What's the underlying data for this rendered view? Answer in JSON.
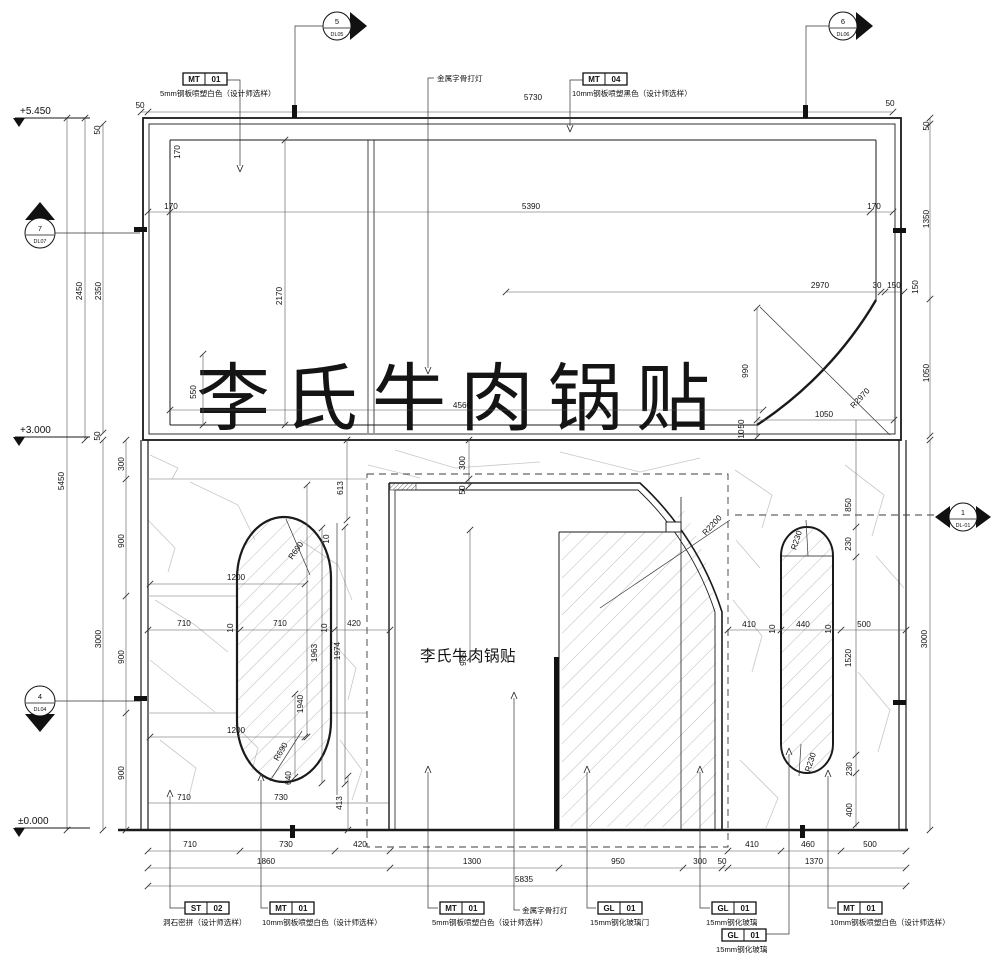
{
  "sign": {
    "main_text": "李氏牛肉锅贴",
    "door_text": "李氏牛肉锅贴"
  },
  "levels": {
    "top": "+5.450",
    "middle": "+3.000",
    "ground": "±0.000"
  },
  "markers": {
    "m5": {
      "num": "5",
      "code": "DL05"
    },
    "m6": {
      "num": "6",
      "code": "DL06"
    },
    "m7": {
      "num": "7",
      "code": "DL07"
    },
    "m4": {
      "num": "4",
      "code": "DL04"
    },
    "m1": {
      "num": "1",
      "code": "DL-01"
    }
  },
  "callouts": {
    "top_mt01": {
      "code": "MT",
      "num": "01",
      "desc": "5mm钢板喷塑白色（设计师选样）"
    },
    "top_light": "金属字骨打灯",
    "top_mt04": {
      "code": "MT",
      "num": "04",
      "desc": "10mm钢板喷塑黑色（设计师选样）"
    },
    "bot_st02": {
      "code": "ST",
      "num": "02",
      "desc": "洞石密拼（设计师选样）"
    },
    "bot_mt01a": {
      "code": "MT",
      "num": "01",
      "desc": "10mm钢板喷塑白色（设计师选样）"
    },
    "bot_mt01b": {
      "code": "MT",
      "num": "01",
      "desc": "5mm钢板喷塑白色（设计师选样）"
    },
    "bot_light": "金属字骨打灯",
    "bot_gl01a": {
      "code": "GL",
      "num": "01",
      "desc": "15mm钢化玻璃门"
    },
    "bot_gl01b": {
      "code": "GL",
      "num": "01",
      "desc": "15mm钢化玻璃"
    },
    "bot_mt01c": {
      "code": "MT",
      "num": "01",
      "desc": "10mm钢板喷塑白色（设计师选样）"
    },
    "bot_gl01c": {
      "code": "GL",
      "num": "01",
      "desc": "15mm钢化玻璃"
    }
  },
  "dims": {
    "d01": "50",
    "d02": "5730",
    "d03": "170",
    "d04": "170",
    "d05": "5390",
    "d06": "170",
    "d07": "2170",
    "d08": "550",
    "d09": "4560",
    "d10": "2970",
    "d11": "30",
    "d12": "150",
    "d13": "R2970",
    "d14": "990",
    "d15": "1050",
    "d16a": "50",
    "d16b": "10",
    "d17": "50",
    "d18": "50",
    "d19": "1350",
    "d20": "1050",
    "d21": "150",
    "d22": "50",
    "d23": "2450",
    "d24": "2350",
    "d25": "50",
    "d26": "5450",
    "d27": "3000",
    "d28": "300",
    "d29": "900",
    "d30": "900",
    "d31": "900",
    "d32": "300",
    "d33": "50",
    "d34": "613",
    "d35": "10",
    "d36": "R690",
    "d37": "1200",
    "d38": "710",
    "d39": "10",
    "d40": "710",
    "d41": "10",
    "d42": "420",
    "d43": "1963",
    "d44": "1974",
    "d45": "985",
    "d46": "1940",
    "d47": "1200",
    "d48": "R690",
    "d49": "640",
    "d50": "710",
    "d51": "730",
    "d52": "413",
    "d53": "R2200",
    "d54": "850",
    "d55": "230",
    "d56": "R230",
    "d57": "410",
    "d58": "10",
    "d59": "440",
    "d60": "10",
    "d61": "500",
    "d62": "1520",
    "d63": "3000",
    "d64": "R230",
    "d65": "230",
    "d66": "400",
    "d67": "710",
    "d68": "730",
    "d69": "420",
    "d70": "410",
    "d71": "460",
    "d72": "500",
    "d73": "1860",
    "d74": "1300",
    "d75": "950",
    "d76": "300",
    "d77": "50",
    "d78": "1370",
    "d79": "5835"
  }
}
